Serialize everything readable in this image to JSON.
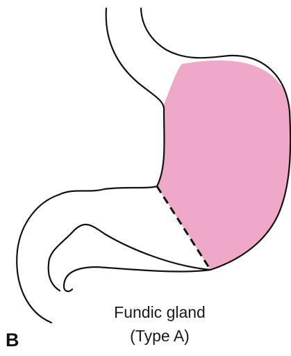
{
  "figure": {
    "panel_label": "B",
    "caption_line1": "Fundic gland",
    "caption_line2": "(Type A)"
  },
  "colors": {
    "highlight_fill": "#f0a8c8",
    "outline": "#111111",
    "background": "#ffffff"
  }
}
